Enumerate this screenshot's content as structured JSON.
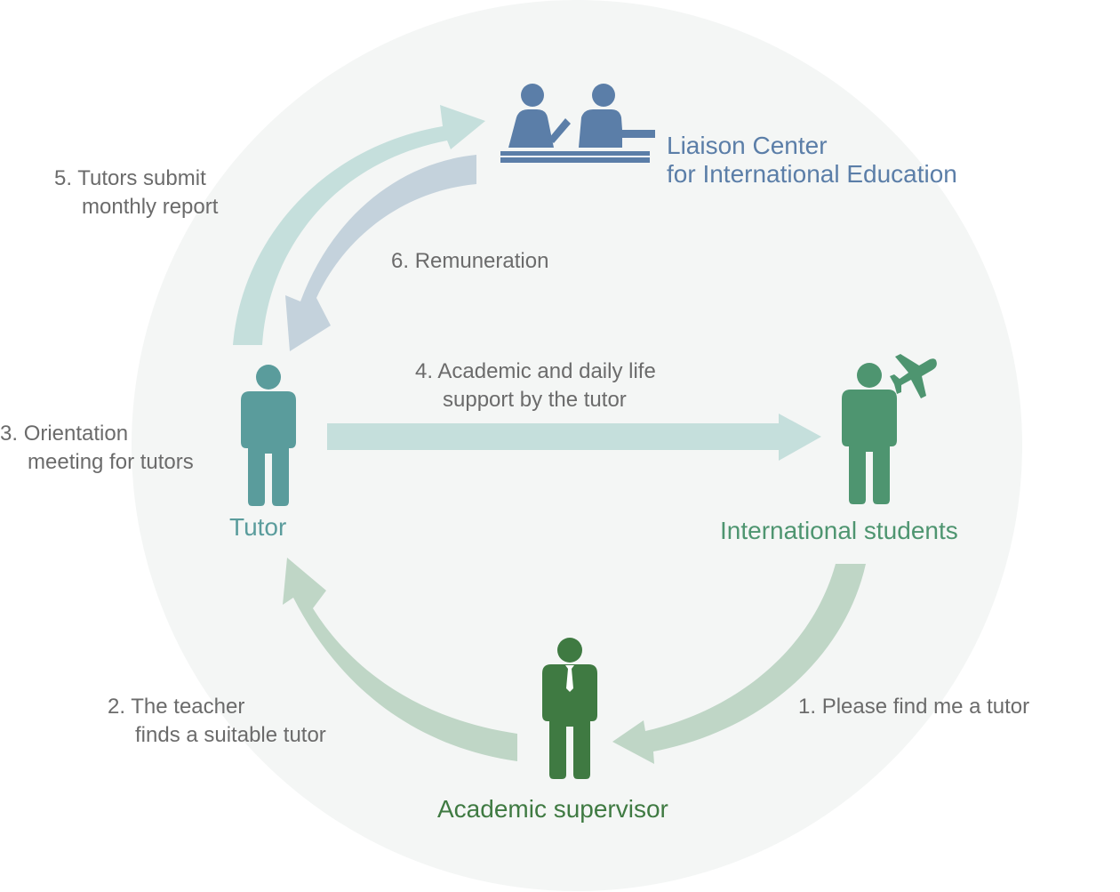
{
  "colors": {
    "background_circle": "#f4f6f5",
    "liaison": "#5b7ea8",
    "tutor": "#5a9c9c",
    "students": "#4e9570",
    "supervisor": "#3f7a42",
    "arrow_teal": "#c5dfdc",
    "arrow_blue": "#c4d2dc",
    "arrow_green": "#bfd6c6",
    "step_text": "#6b6b6b"
  },
  "nodes": {
    "liaison": {
      "icon": "meeting-people-icon",
      "label_line1": "Liaison Center",
      "label_line2": "for International Education"
    },
    "tutor": {
      "icon": "person-icon",
      "label": "Tutor"
    },
    "students": {
      "icon": "person-with-airplane-icon",
      "label": "International students"
    },
    "supervisor": {
      "icon": "person-with-tie-icon",
      "label": "Academic supervisor"
    }
  },
  "steps": [
    {
      "number": "1.",
      "line1": "Please find me a tutor",
      "line2": ""
    },
    {
      "number": "2.",
      "line1": "The teacher",
      "line2": "finds a suitable tutor"
    },
    {
      "number": "3.",
      "line1": "Orientation",
      "line2": "meeting for tutors"
    },
    {
      "number": "4.",
      "line1": "Academic and daily life",
      "line2": "support by the tutor"
    },
    {
      "number": "5.",
      "line1": "Tutors submit",
      "line2": "monthly report"
    },
    {
      "number": "6.",
      "line1": "Remuneration",
      "line2": ""
    }
  ]
}
